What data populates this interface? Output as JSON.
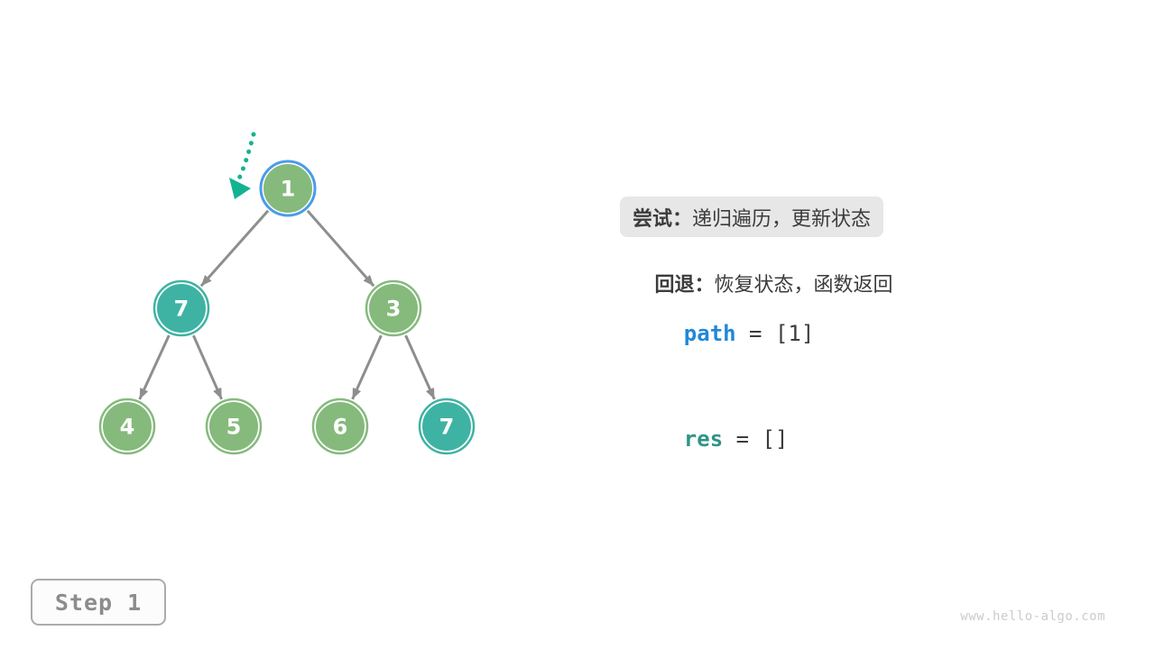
{
  "panel": {
    "try_label": "尝试：",
    "try_text": "递归遍历，更新状态",
    "back_label": "回退：",
    "back_text": "恢复状态，函数返回",
    "path_var": "path",
    "path_rest": " = [1]",
    "res_var": "res",
    "res_rest": " = []"
  },
  "step_badge": {
    "label": "Step 1"
  },
  "watermark": "www.hello-algo.com",
  "tree": {
    "nodes": [
      {
        "value": "1",
        "color": "green",
        "current": true
      },
      {
        "value": "7",
        "color": "teal",
        "current": false
      },
      {
        "value": "3",
        "color": "green",
        "current": false
      },
      {
        "value": "4",
        "color": "green",
        "current": false
      },
      {
        "value": "5",
        "color": "green",
        "current": false
      },
      {
        "value": "6",
        "color": "green",
        "current": false
      },
      {
        "value": "7",
        "color": "teal",
        "current": false
      }
    ],
    "edges": [
      [
        0,
        1
      ],
      [
        0,
        2
      ],
      [
        1,
        3
      ],
      [
        1,
        4
      ],
      [
        2,
        5
      ],
      [
        2,
        6
      ]
    ],
    "colors": {
      "green": "#85BA7C",
      "teal": "#3FB3A3",
      "current_ring": "#4A9CEA",
      "edge": "#8E8E8E",
      "pointer": "#12B392",
      "node_text": "#FFFFFF"
    }
  },
  "text_colors": {
    "dark": "#3C3C3C",
    "path_blue": "#2088D8",
    "res_teal": "#2E9487",
    "highlight_bg": "#E7E7E7"
  }
}
